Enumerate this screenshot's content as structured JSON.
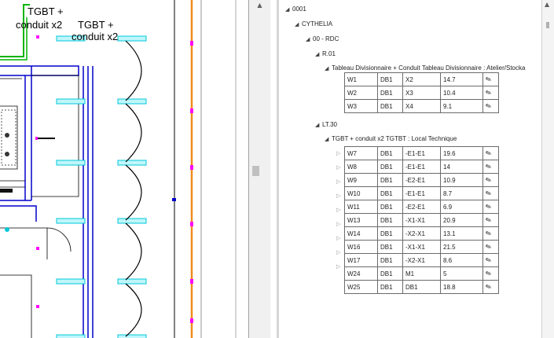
{
  "drawing": {
    "labels": [
      "TGBT +",
      "conduit x2",
      "TGBT +",
      "conduit x2"
    ]
  },
  "tree": {
    "root": "0001",
    "site": "CYTHELIA",
    "level": "00 - RDC",
    "room1": {
      "name": "R.01",
      "board": "Tableau Divisionnaire + Conduit   Tableau Divisionnaire : Atelier/Stocka",
      "rows": [
        [
          "W1",
          "DB1",
          "X2",
          "14.7"
        ],
        [
          "W2",
          "DB1",
          "X3",
          "10.4"
        ],
        [
          "W3",
          "DB1",
          "X4",
          "9.1"
        ]
      ]
    },
    "room2": {
      "name": "LT.30",
      "board": "TGBT + conduit x2   TGTBT : Local Technique",
      "rows": [
        [
          "W7",
          "DB1",
          "-E1-E1",
          "19.6"
        ],
        [
          "W8",
          "DB1",
          "-E1-E1",
          "14"
        ],
        [
          "W9",
          "DB1",
          "-E2-E1",
          "10.9"
        ],
        [
          "W10",
          "DB1",
          "-E1-E1",
          "8.7"
        ],
        [
          "W11",
          "DB1",
          "-E2-E1",
          "6.9"
        ],
        [
          "W13",
          "DB1",
          "-X1-X1",
          "20.9"
        ],
        [
          "W14",
          "DB1",
          "-X2-X1",
          "13.1"
        ],
        [
          "W16",
          "DB1",
          "-X1-X1",
          "21.5"
        ],
        [
          "W17",
          "DB1",
          "-X2-X1",
          "8.6"
        ],
        [
          "W24",
          "DB1",
          "M1",
          "5"
        ],
        [
          "W25",
          "DB1",
          "DB1",
          "18.8"
        ]
      ]
    }
  },
  "icons": {
    "collapse": "triangle-down-icon",
    "expand": "triangle-right-icon",
    "edit": "pen-icon"
  },
  "colors": {
    "wall": "#0000cc",
    "cyan_fixture": "#00d7e6",
    "orange_line": "#f08a1c",
    "magenta": "#ff00ff",
    "green": "#00b400"
  }
}
